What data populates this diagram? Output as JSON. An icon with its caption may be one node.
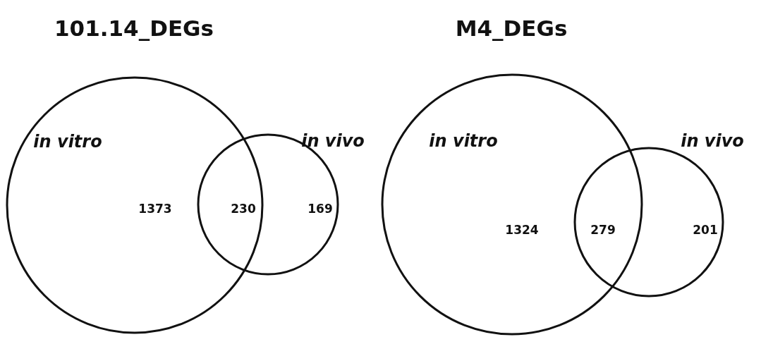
{
  "diagram": {
    "nodes": [
      {
        "text": [
          "in vitro",
          "1373"
        ]
      },
      {
        "text": [
          "in vivo",
          "169"
        ]
      },
      {
        "text": [
          "in vitro",
          "1324"
        ]
      },
      {
        "text": [
          "in vivo",
          "201"
        ]
      }
    ],
    "labels": [
      "101.14_DEGs",
      "M4_DEGs",
      "230",
      "279"
    ]
  }
}
